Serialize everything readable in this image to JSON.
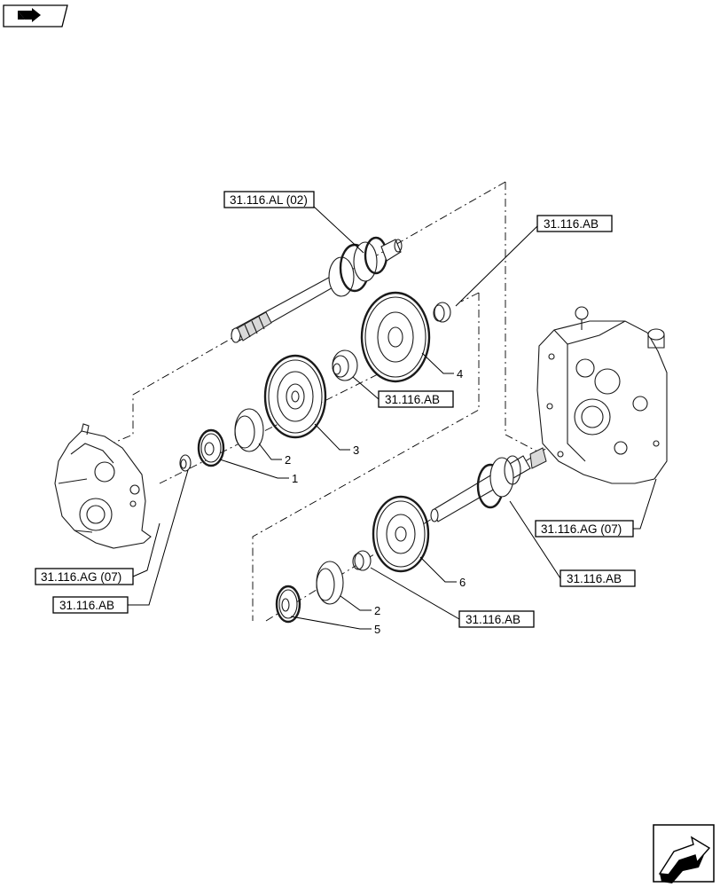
{
  "references": {
    "al02": "31.116.AL (02)",
    "ab_top_right": "31.116.AB",
    "ab_mid": "31.116.AB",
    "ag07_left": "31.116.AG (07)",
    "ab_left": "31.116.AB",
    "ag07_right": "31.116.AG (07)",
    "ab_right": "31.116.AB",
    "ab_bottom": "31.116.AB"
  },
  "callouts": {
    "c1": "1",
    "c2_top": "2",
    "c3": "3",
    "c4": "4",
    "c2_bottom": "2",
    "c5": "5",
    "c6": "6"
  },
  "icons": {
    "top_left": "book-arrow-icon",
    "bottom_right": "next-page-arrow-icon"
  }
}
